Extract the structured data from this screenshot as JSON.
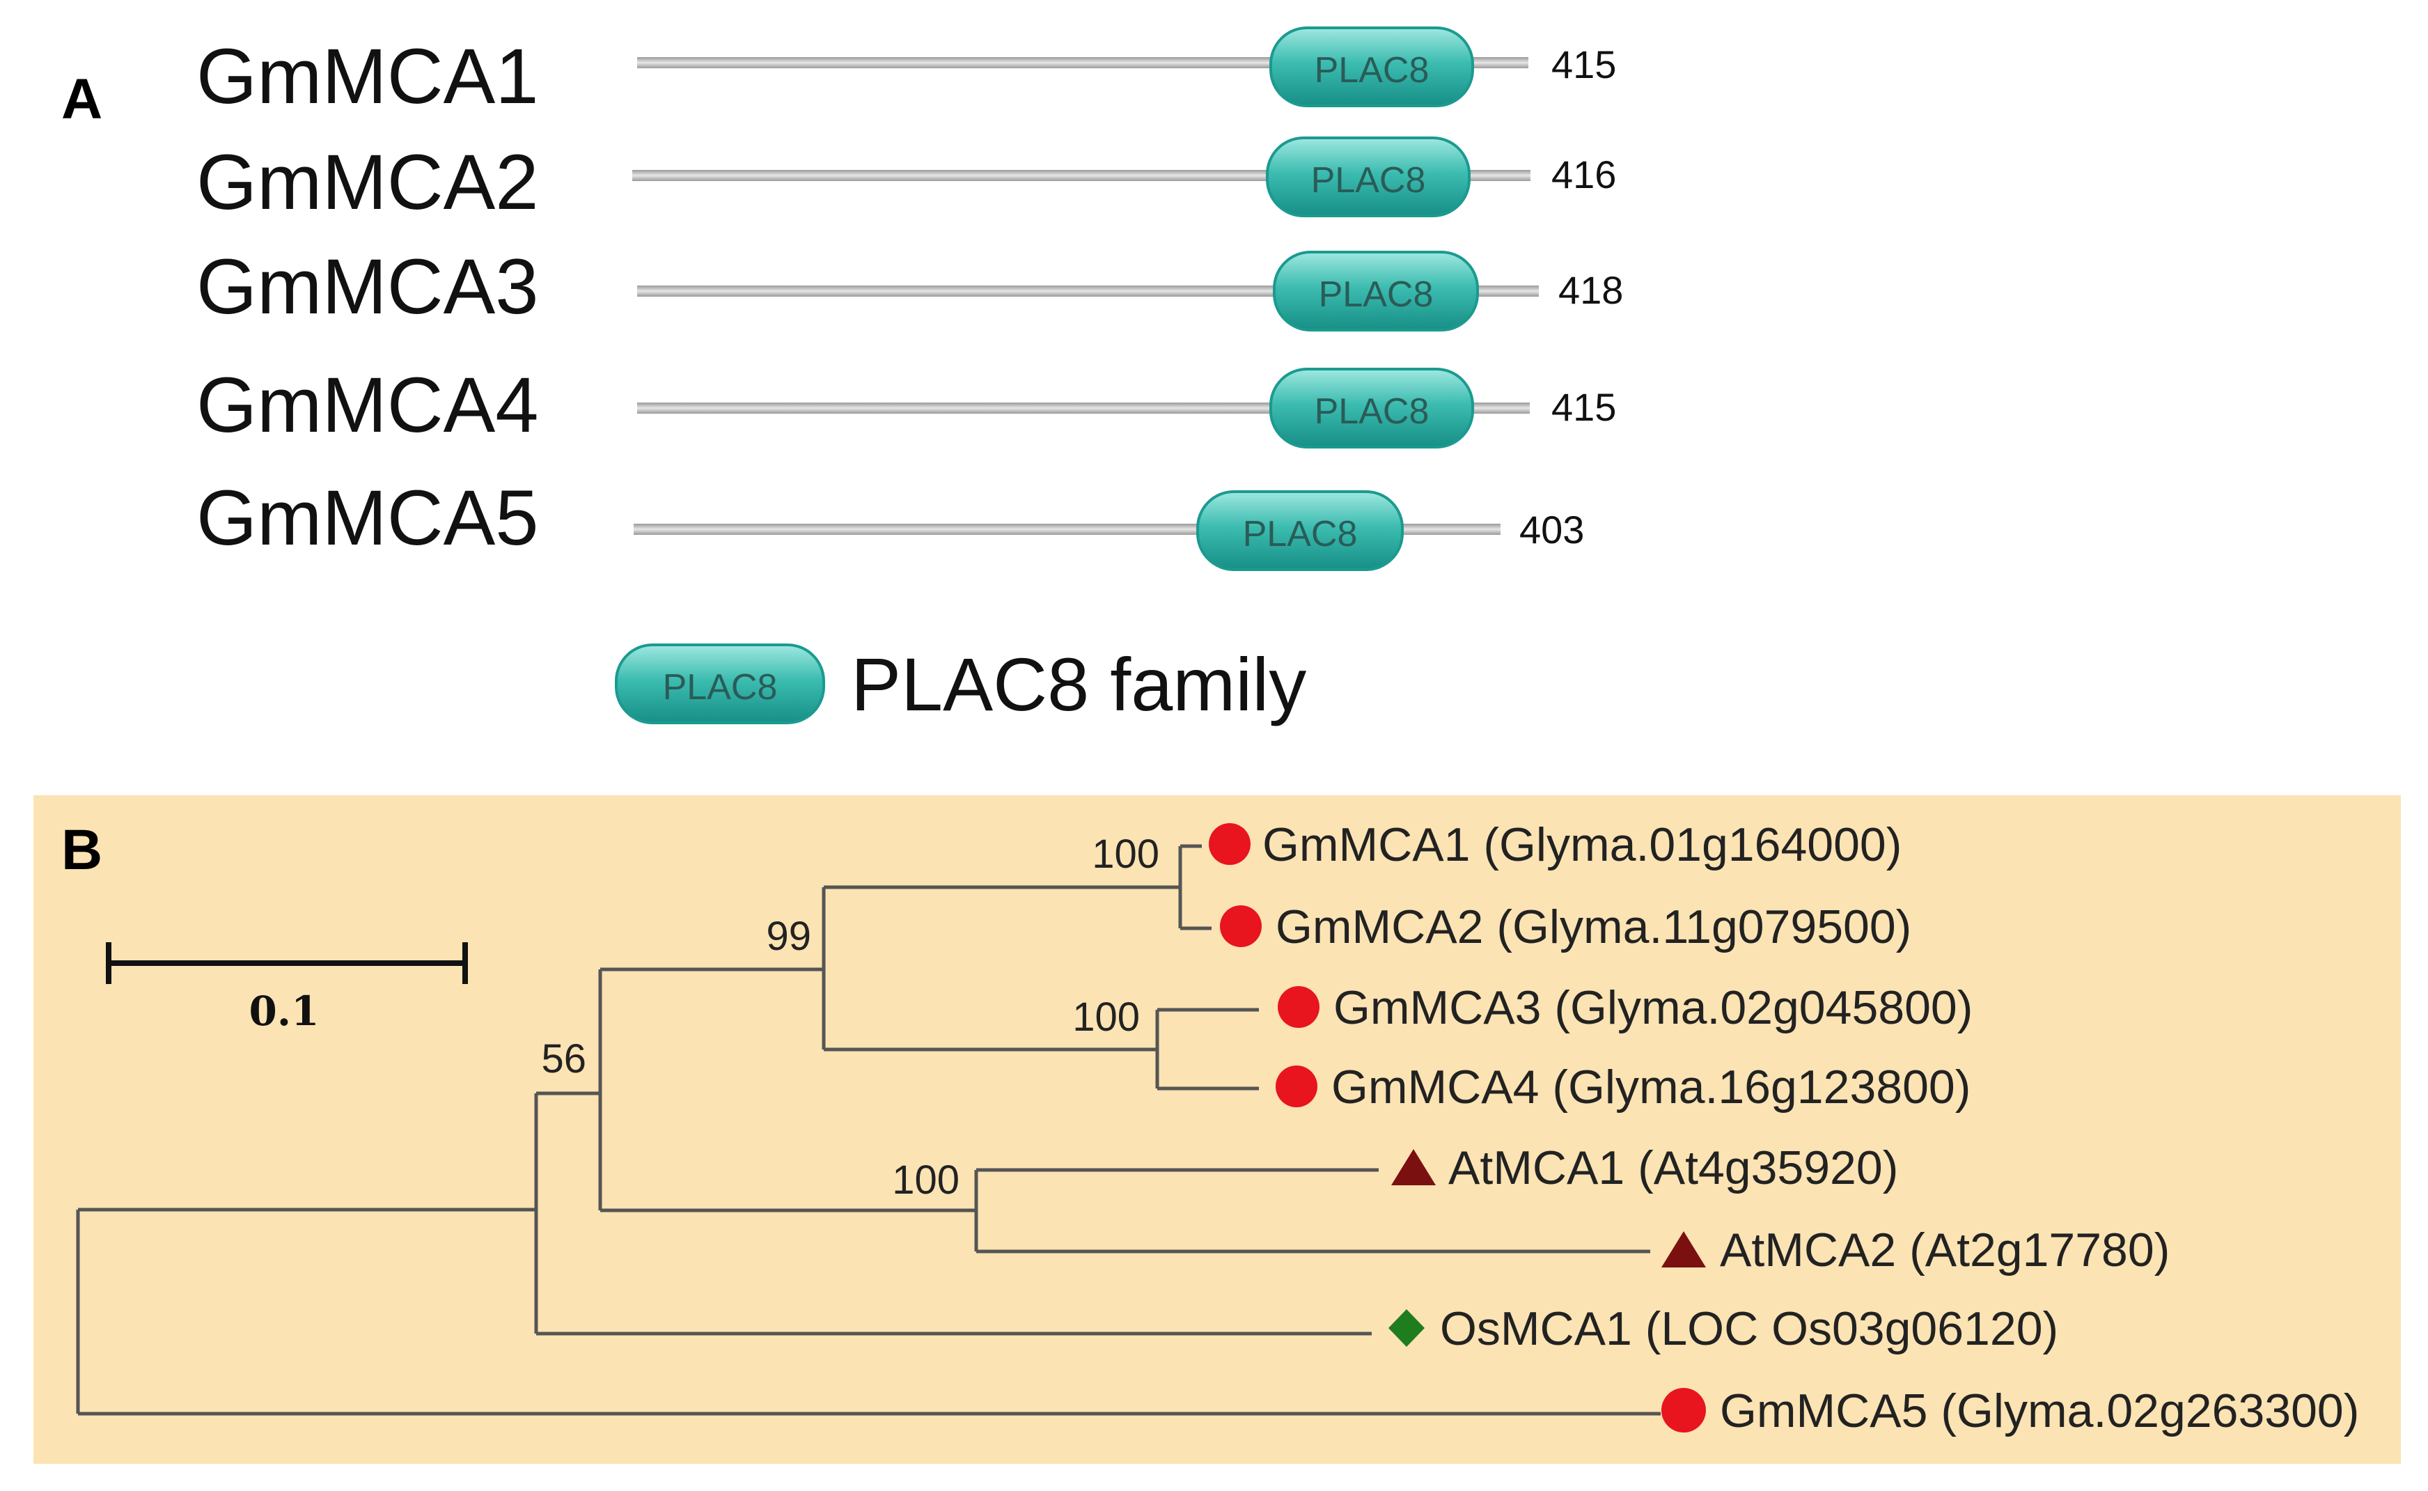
{
  "panel_a": {
    "letter": "A",
    "domain_label": "PLAC8",
    "proteins": [
      {
        "name": "GmMCA1",
        "length": "415"
      },
      {
        "name": "GmMCA2",
        "length": "416"
      },
      {
        "name": "GmMCA3",
        "length": "418"
      },
      {
        "name": "GmMCA4",
        "length": "415"
      },
      {
        "name": "GmMCA5",
        "length": "403"
      }
    ],
    "legend": {
      "label": "PLAC8 family"
    }
  },
  "panel_b": {
    "letter": "B",
    "scale_bar": "0.1",
    "bootstraps": [
      "100",
      "99",
      "100",
      "56",
      "100"
    ],
    "leaves": [
      {
        "label": "GmMCA1 (Glyma.01g164000)",
        "marker": "circle",
        "color": "#e8141e"
      },
      {
        "label": "GmMCA2 (Glyma.11g079500)",
        "marker": "circle",
        "color": "#e8141e"
      },
      {
        "label": "GmMCA3 (Glyma.02g045800)",
        "marker": "circle",
        "color": "#e8141e"
      },
      {
        "label": "GmMCA4 (Glyma.16g123800)",
        "marker": "circle",
        "color": "#e8141e"
      },
      {
        "label": "AtMCA1 (At4g35920)",
        "marker": "triangle",
        "color": "#7a1010"
      },
      {
        "label": "AtMCA2 (At2g17780)",
        "marker": "triangle",
        "color": "#7a1010"
      },
      {
        "label": "OsMCA1 (LOC Os03g06120)",
        "marker": "diamond",
        "color": "#1f7d1f"
      },
      {
        "label": "GmMCA5 (Glyma.02g263300)",
        "marker": "circle",
        "color": "#e8141e"
      }
    ],
    "background_color": "#fbe3b3"
  }
}
